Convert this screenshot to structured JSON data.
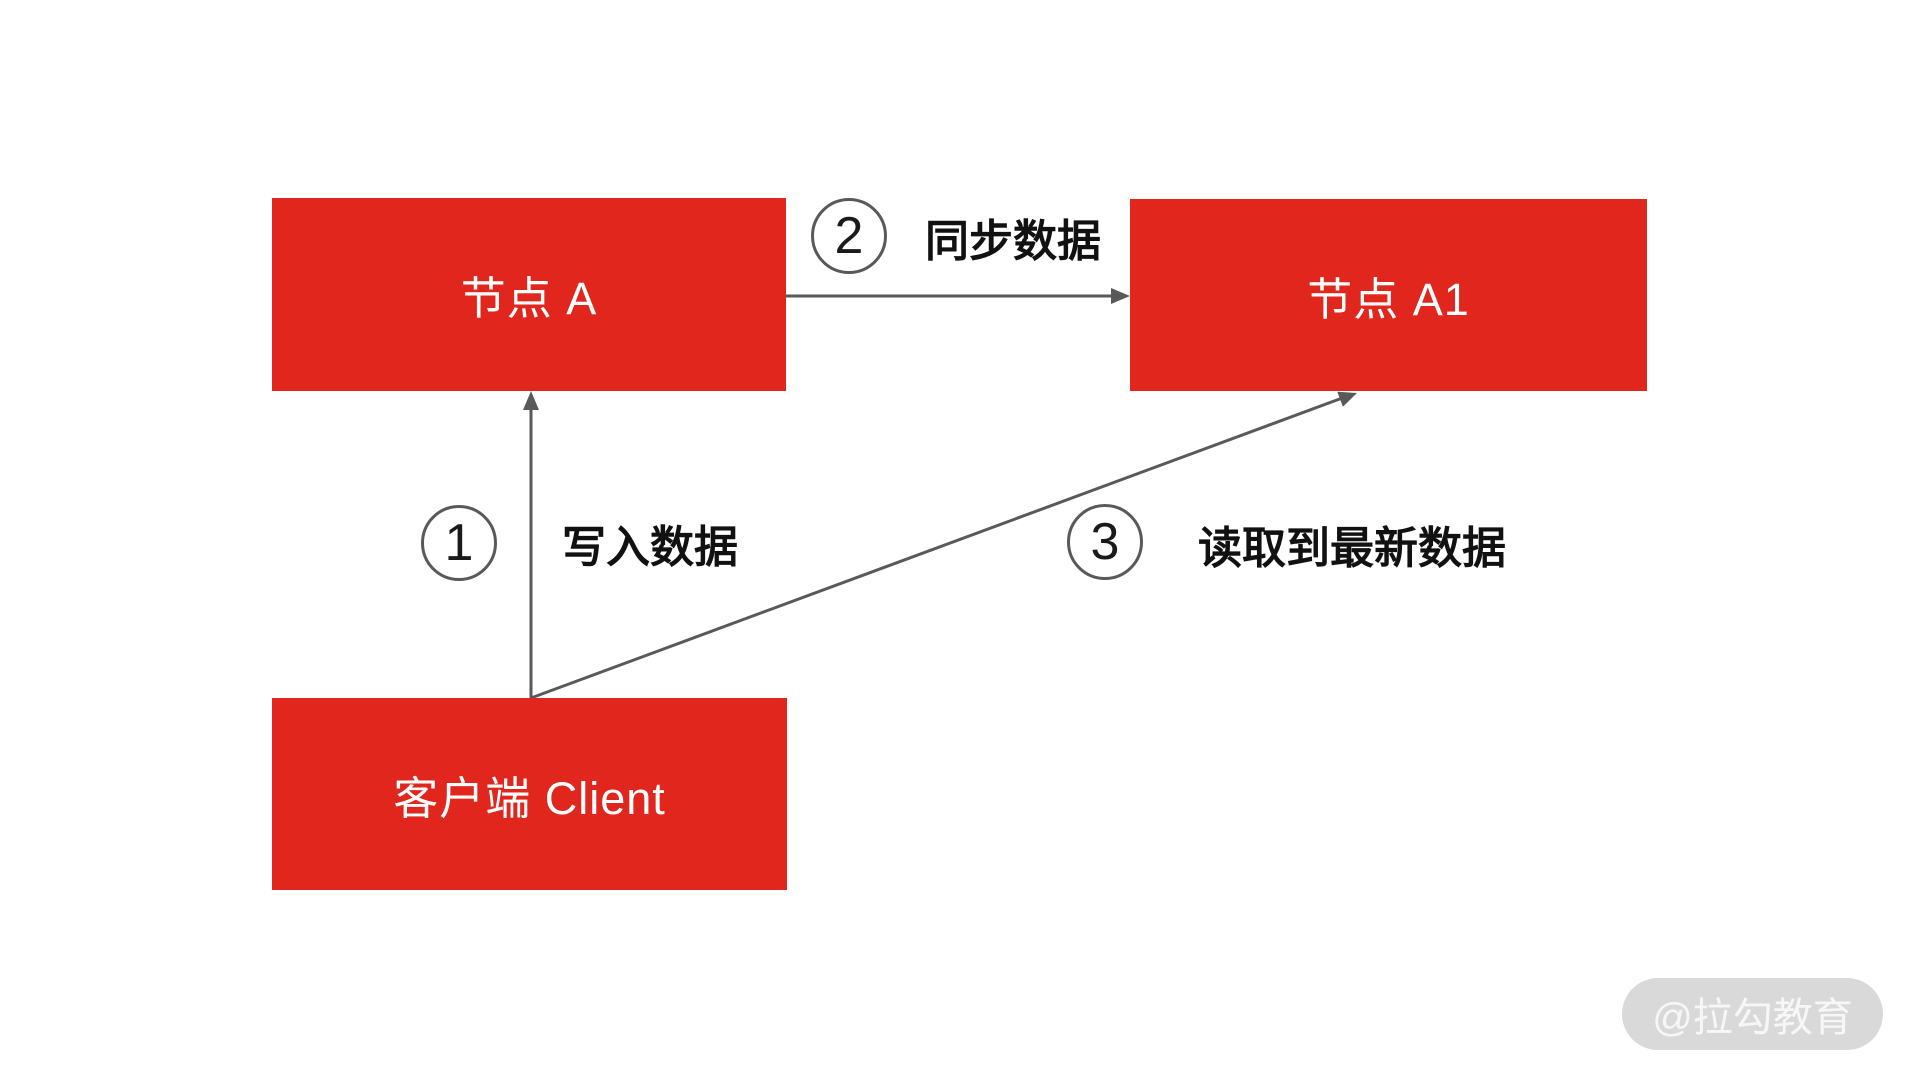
{
  "diagram": {
    "title_hint": "client reads latest data after sync between node replicas",
    "nodes": [
      {
        "id": "node-a",
        "label": "节点 A"
      },
      {
        "id": "node-a1",
        "label": "节点 A1"
      },
      {
        "id": "client",
        "label": "客户端 Client"
      }
    ],
    "steps": [
      {
        "number": "1",
        "label": "写入数据"
      },
      {
        "number": "2",
        "label": "同步数据"
      },
      {
        "number": "3",
        "label": "读取到最新数据"
      }
    ],
    "edges": [
      {
        "from": "client",
        "to": "node-a",
        "step": "1",
        "label": "写入数据"
      },
      {
        "from": "node-a",
        "to": "node-a1",
        "step": "2",
        "label": "同步数据"
      },
      {
        "from": "client",
        "to": "node-a1",
        "step": "3",
        "label": "读取到最新数据"
      }
    ],
    "watermark": {
      "text": "@拉勾教育"
    },
    "colors": {
      "node_fill": "#e0261d",
      "node_text": "#ffffff",
      "arrow": "#595959",
      "circle_border": "#595959",
      "label_text": "#111111",
      "watermark_bg": "#d9d9d9",
      "watermark_text": "#f7f7f7",
      "background": "#ffffff"
    }
  }
}
